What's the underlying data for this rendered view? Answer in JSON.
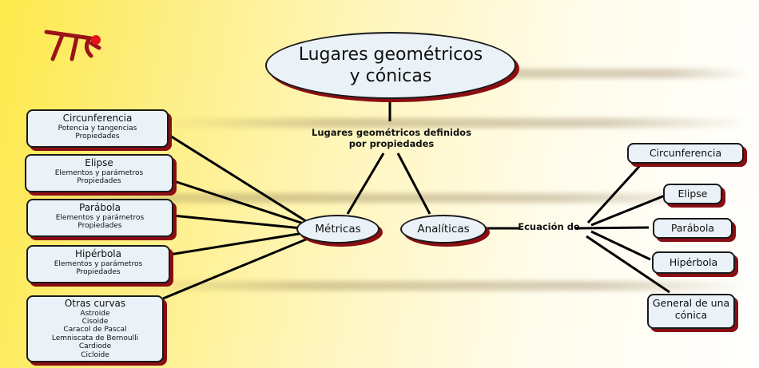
{
  "title": [
    "Lugares geométricos",
    "y cónicas"
  ],
  "category_label": [
    "Lugares geométricos definidos",
    "por propiedades"
  ],
  "metricas": "Métricas",
  "analiticas": "Analíticas",
  "ecuacion_label": "Ecuación de",
  "left_boxes": [
    {
      "title": "Circunferencia",
      "lines": [
        "Potencia y tangencias",
        "Propiedades"
      ]
    },
    {
      "title": "Elipse",
      "lines": [
        "Elementos y parámetros",
        "Propiedades"
      ]
    },
    {
      "title": "Parábola",
      "lines": [
        "Elementos y parámetros",
        "Propiedades"
      ]
    },
    {
      "title": "Hipérbola",
      "lines": [
        "Elementos y parámetros",
        "Propiedades"
      ]
    },
    {
      "title": "Otras curvas",
      "lines": [
        "Astroide",
        "Cisoide",
        "Caracol de Pascal",
        "Lemniscata de Bernoulli",
        "Cardiode",
        "Cicloide"
      ]
    }
  ],
  "right_boxes": [
    "Circunferencia",
    "Elipse",
    "Parábola",
    "Hipérbola",
    "General de una cónica"
  ],
  "colors": {
    "logo_red": "#9b1219",
    "logo_dot": "#e5121c",
    "shadow": "#8b0d12"
  }
}
